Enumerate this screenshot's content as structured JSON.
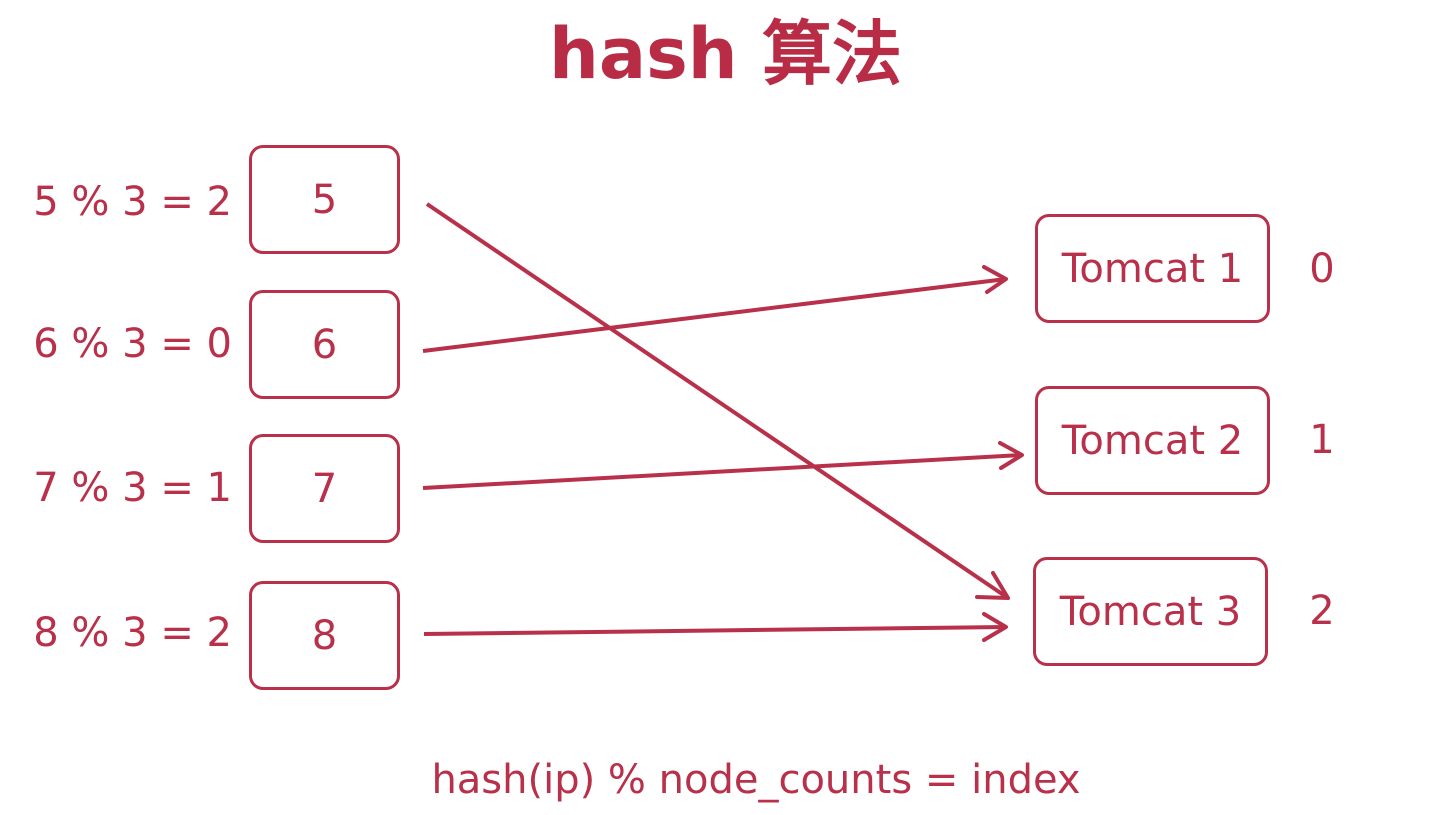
{
  "title": "hash 算法",
  "requests": [
    {
      "expression": "5 % 3 = 2",
      "value": "5"
    },
    {
      "expression": "6 % 3 = 0",
      "value": "6"
    },
    {
      "expression": "7 % 3 = 1",
      "value": "7"
    },
    {
      "expression": "8 % 3 = 2",
      "value": "8"
    }
  ],
  "servers": [
    {
      "label": "Tomcat 1",
      "index": "0"
    },
    {
      "label": "Tomcat 2",
      "index": "1"
    },
    {
      "label": "Tomcat 3",
      "index": "2"
    }
  ],
  "mapping": [
    {
      "from": "5",
      "to": "Tomcat 3"
    },
    {
      "from": "6",
      "to": "Tomcat 1"
    },
    {
      "from": "7",
      "to": "Tomcat 2"
    },
    {
      "from": "8",
      "to": "Tomcat 3"
    }
  ],
  "formula": "hash(ip) % node_counts = index",
  "colors": {
    "accent": "#b83049"
  }
}
